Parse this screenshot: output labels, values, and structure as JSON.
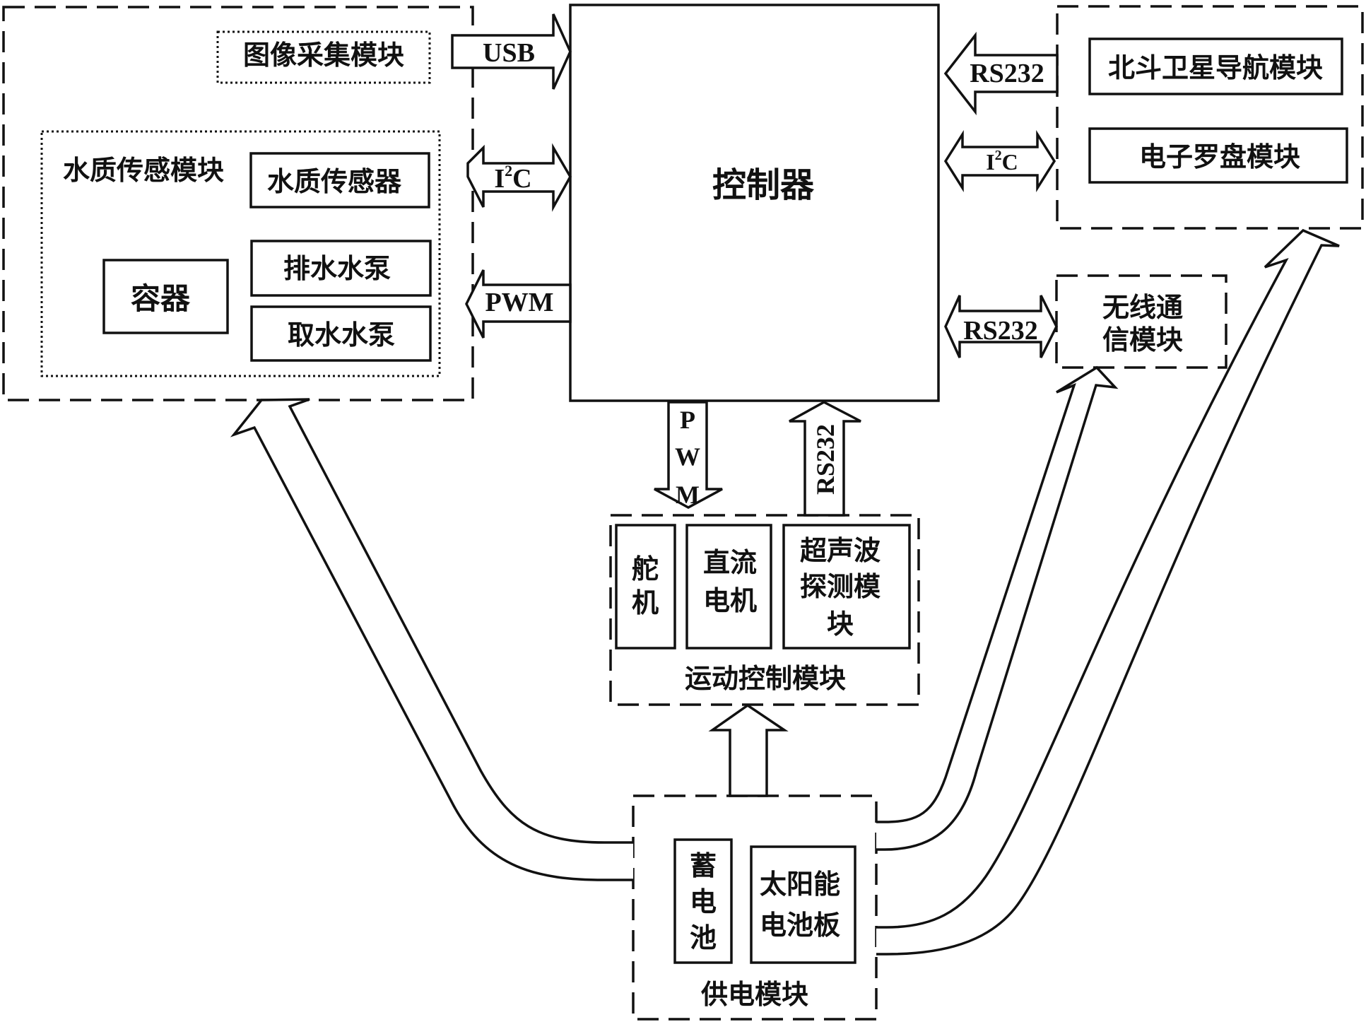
{
  "controller": {
    "label": "控制器"
  },
  "image_module": {
    "label": "图像采集模块"
  },
  "water_module": {
    "label": "水质传感模块",
    "sensor": "水质传感器",
    "container": "容器",
    "drain_pump": "排水水泵",
    "intake_pump": "取水水泵"
  },
  "beidou": {
    "label": "北斗卫星导航模块"
  },
  "compass": {
    "label": "电子罗盘模块"
  },
  "wireless": {
    "line1": "无线通",
    "line2": "信模块"
  },
  "motion_module": {
    "label": "运动控制模块",
    "servo": [
      "舵",
      "机"
    ],
    "dc_motor": [
      "直流",
      "电机"
    ],
    "ultrasonic": [
      "超声波",
      "探测模",
      "块"
    ]
  },
  "power_module": {
    "label": "供电模块",
    "battery": [
      "蓄",
      "电",
      "池"
    ],
    "solar": [
      "太阳能",
      "电池板"
    ]
  },
  "links": {
    "usb": "USB",
    "i2c_left_main": "I",
    "i2c_left_sup": "2",
    "i2c_left_tail": "C",
    "pwm_left": "PWM",
    "rs232_beidou": "RS232",
    "i2c_right_main": "I",
    "i2c_right_sup": "2",
    "i2c_right_tail": "C",
    "rs232_wireless": "RS232",
    "pwm_down": [
      "P",
      "W",
      "M"
    ],
    "rs232_up": "RS232"
  }
}
